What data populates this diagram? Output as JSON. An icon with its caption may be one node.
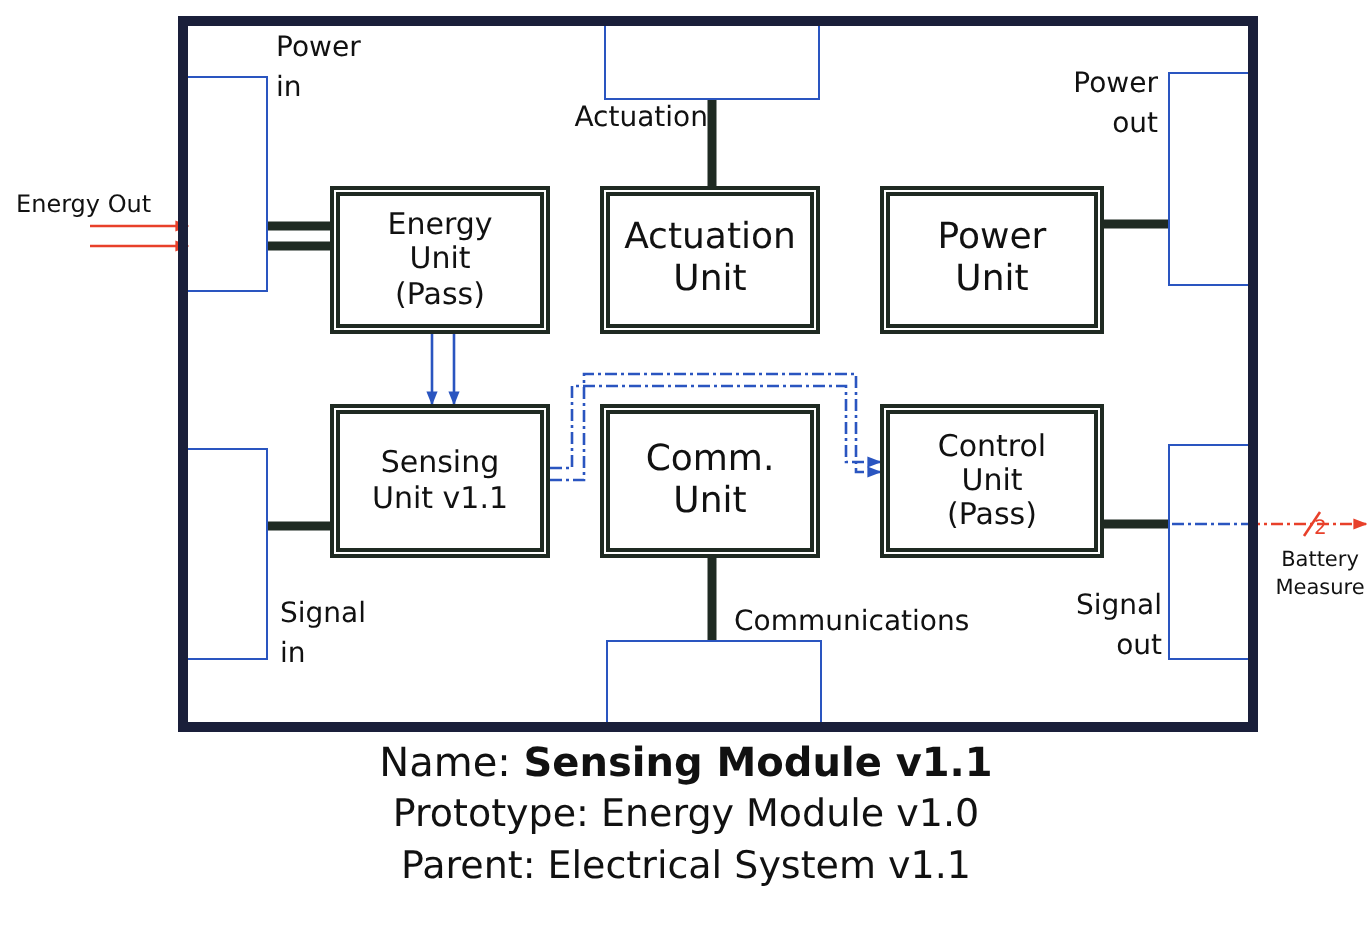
{
  "diagram": {
    "nodes": [
      {
        "text": [],
        "shape": "box"
      },
      {
        "text": [
          "Power in"
        ],
        "in": 0
      },
      {
        "text": [
          "Actuation"
        ],
        "in": 0
      },
      {
        "text": [
          "Power out"
        ],
        "in": 0
      },
      {
        "text": [
          "Signal in"
        ],
        "in": 0
      },
      {
        "text": [
          "Communications"
        ],
        "in": 0
      },
      {
        "text": [
          "Signal out"
        ],
        "in": 0
      },
      {
        "text": [
          "Energy Unit (Pass)"
        ],
        "in": 0
      },
      {
        "text": [
          "Actuation Unit"
        ],
        "in": 0
      },
      {
        "text": [
          "Power Unit"
        ],
        "in": 0
      },
      {
        "text": [
          "Sensing Unit v1.1"
        ],
        "in": 0
      },
      {
        "text": [
          "Comm. Unit"
        ],
        "in": 0
      },
      {
        "text": [
          "Control Unit (Pass)"
        ],
        "in": 0
      }
    ],
    "edges": [
      {
        "from": null,
        "to": 1,
        "arrow": "to",
        "color": "#e8402a",
        "label": "Energy Out"
      },
      {
        "from": null,
        "to": 1,
        "arrow": "to",
        "color": "#e8402a"
      },
      {
        "from": 1,
        "to": 7,
        "arrow": "none",
        "style": "thick"
      },
      {
        "from": 1,
        "to": 7,
        "arrow": "none",
        "style": "thick"
      },
      {
        "from": 7,
        "to": 10,
        "arrow": "to",
        "color": "#2a55c0"
      },
      {
        "from": 7,
        "to": 10,
        "arrow": "to",
        "color": "#2a55c0"
      },
      {
        "from": 2,
        "to": 8,
        "arrow": "none",
        "style": "thick"
      },
      {
        "from": 9,
        "to": 3,
        "arrow": "none",
        "style": "thick"
      },
      {
        "from": 4,
        "to": 10,
        "arrow": "none",
        "style": "thick"
      },
      {
        "from": 11,
        "to": 5,
        "arrow": "none",
        "style": "thick"
      },
      {
        "from": 12,
        "to": 6,
        "arrow": "none",
        "style": "thick"
      },
      {
        "from": 6,
        "to": null,
        "arrow": "to",
        "style": "dashed",
        "color": "#e8402a",
        "label": "Battery Measure"
      },
      {
        "from": 10,
        "to": 12,
        "arrow": "to",
        "style": "dashed",
        "color": "#2a55c0"
      },
      {
        "from": 10,
        "to": 12,
        "arrow": "to",
        "style": "dashed",
        "color": "#2a55c0"
      }
    ],
    "labels": [
      "2",
      "Name: **Sensing Module v1.1**",
      "Prototype: Energy Module v1.0",
      "Parent: Electrical System v1.1"
    ]
  }
}
